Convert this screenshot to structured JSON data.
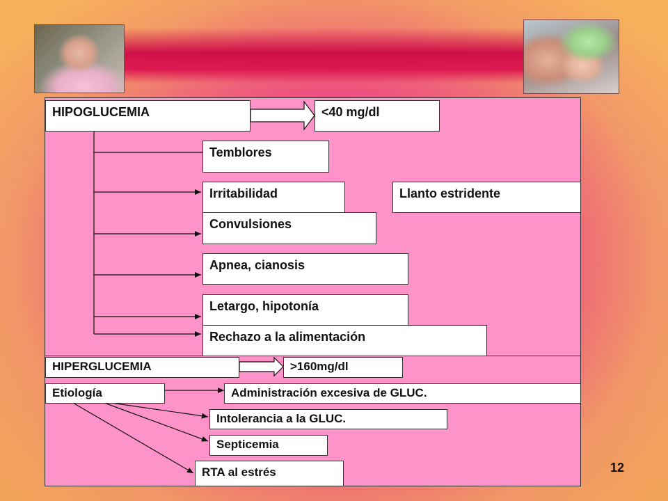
{
  "hypo": {
    "title": "HIPOGLUCEMIA",
    "threshold": "<40 mg/dl",
    "symptoms": [
      "Temblores",
      "Irritabilidad",
      "Llanto estridente",
      "Convulsiones",
      "Apnea, cianosis",
      "Letargo, hipotonía",
      "Rechazo a la alimentación"
    ]
  },
  "hyper": {
    "title": "HIPERGLUCEMIA",
    "threshold": ">160mg/dl",
    "etiology_label": "Etiología",
    "causes": [
      "Administración  excesiva de GLUC.",
      "Intolerancia  a la GLUC.",
      "Septicemia",
      "RTA  al estrés"
    ]
  },
  "page_number": "12",
  "colors": {
    "panel": "#fd93c8",
    "border": "#333333",
    "box": "#ffffff"
  }
}
